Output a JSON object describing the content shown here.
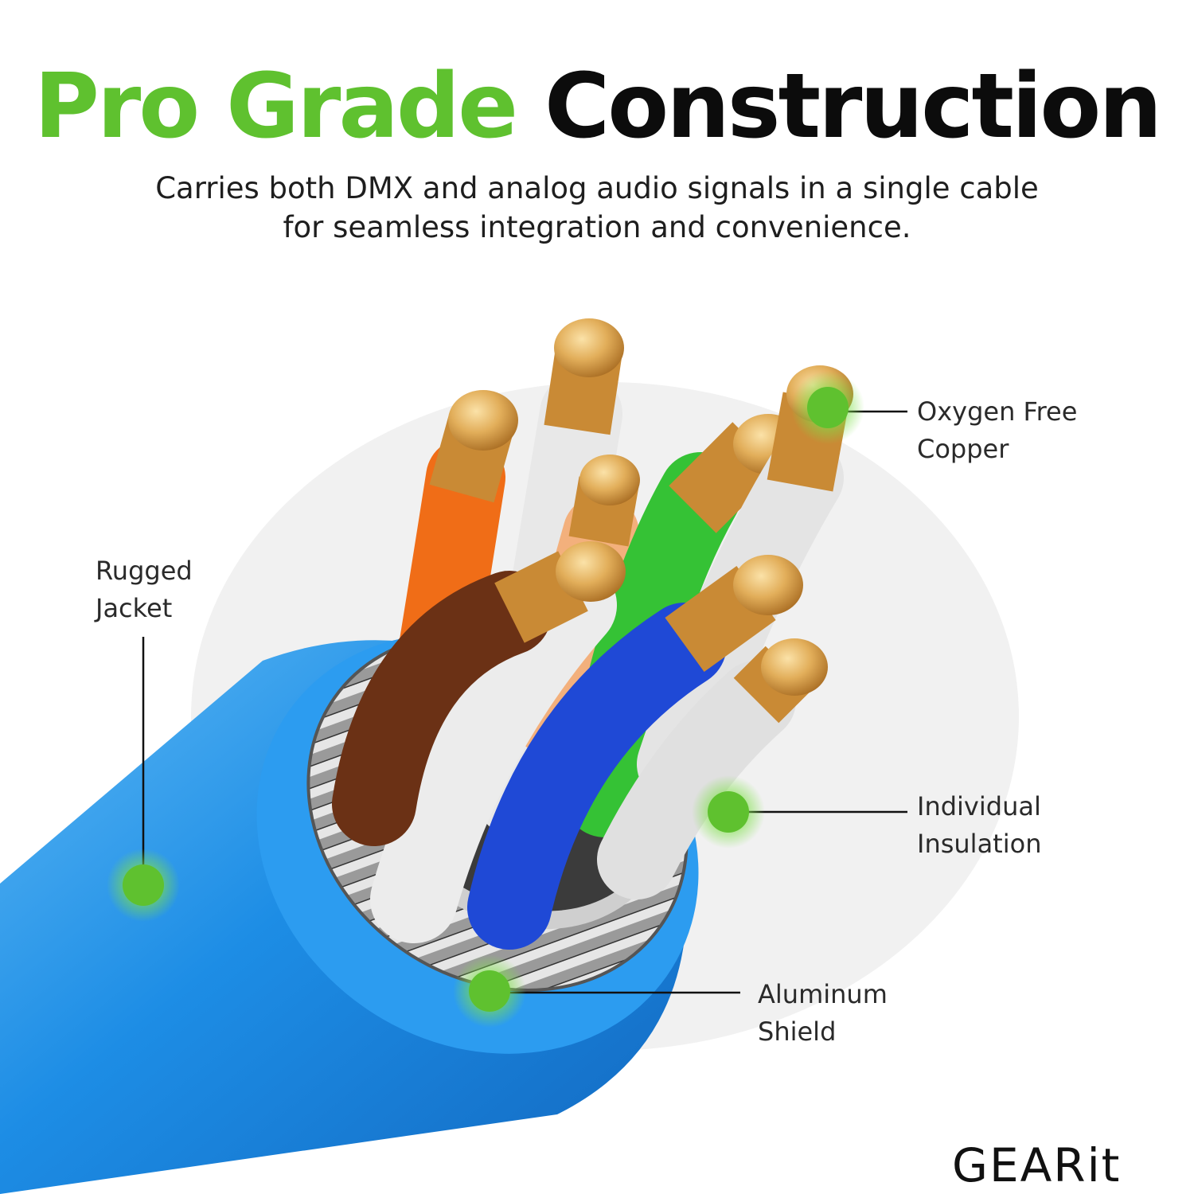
{
  "header": {
    "title_accent": "Pro Grade",
    "title_rest": "Construction",
    "subtitle_line1": "Carries both DMX and analog audio signals in a single cable",
    "subtitle_line2": "for seamless integration and convenience."
  },
  "callouts": {
    "copper": {
      "line1": "Oxygen Free",
      "line2": "Copper"
    },
    "jacket": {
      "line1": "Rugged",
      "line2": "Jacket"
    },
    "insulation": {
      "line1": "Individual",
      "line2": "Insulation"
    },
    "shield": {
      "line1": "Aluminum",
      "line2": "Shield"
    }
  },
  "brand": {
    "logo_text": "GEARit"
  },
  "colors": {
    "accent_green": "#5fc12f",
    "jacket_blue": "#1d8de5",
    "wire_orange": "#f06d17",
    "wire_brown": "#6b3115",
    "wire_green": "#35c235",
    "wire_blue": "#1f49d6",
    "wire_white": "#e8e8e8",
    "copper": "#d9a24a"
  }
}
